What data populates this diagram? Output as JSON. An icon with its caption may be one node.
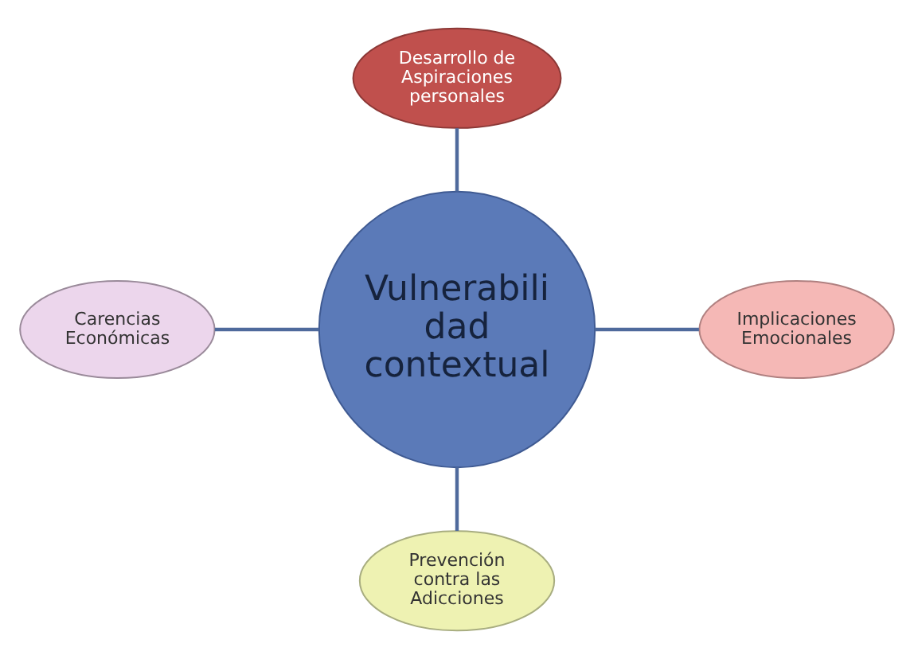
{
  "diagram": {
    "nodes": [
      {
        "text": [
          "Desarrollo de Aspiraciones personales"
        ]
      },
      {
        "text": [
          "Carencias Económicas"
        ]
      },
      {
        "text": [
          "Vulnerabili dad contextual"
        ]
      },
      {
        "text": [
          "Implicaciones Emocionales"
        ]
      },
      {
        "text": [
          "Prevención contra las Adicciones"
        ]
      }
    ],
    "edges": [
      {
        "from": 0,
        "to": 2,
        "arrow": "none"
      },
      {
        "from": 1,
        "to": 2,
        "arrow": "none"
      },
      {
        "from": 2,
        "to": 3,
        "arrow": "none"
      },
      {
        "from": 2,
        "to": 4,
        "arrow": "none"
      }
    ]
  }
}
